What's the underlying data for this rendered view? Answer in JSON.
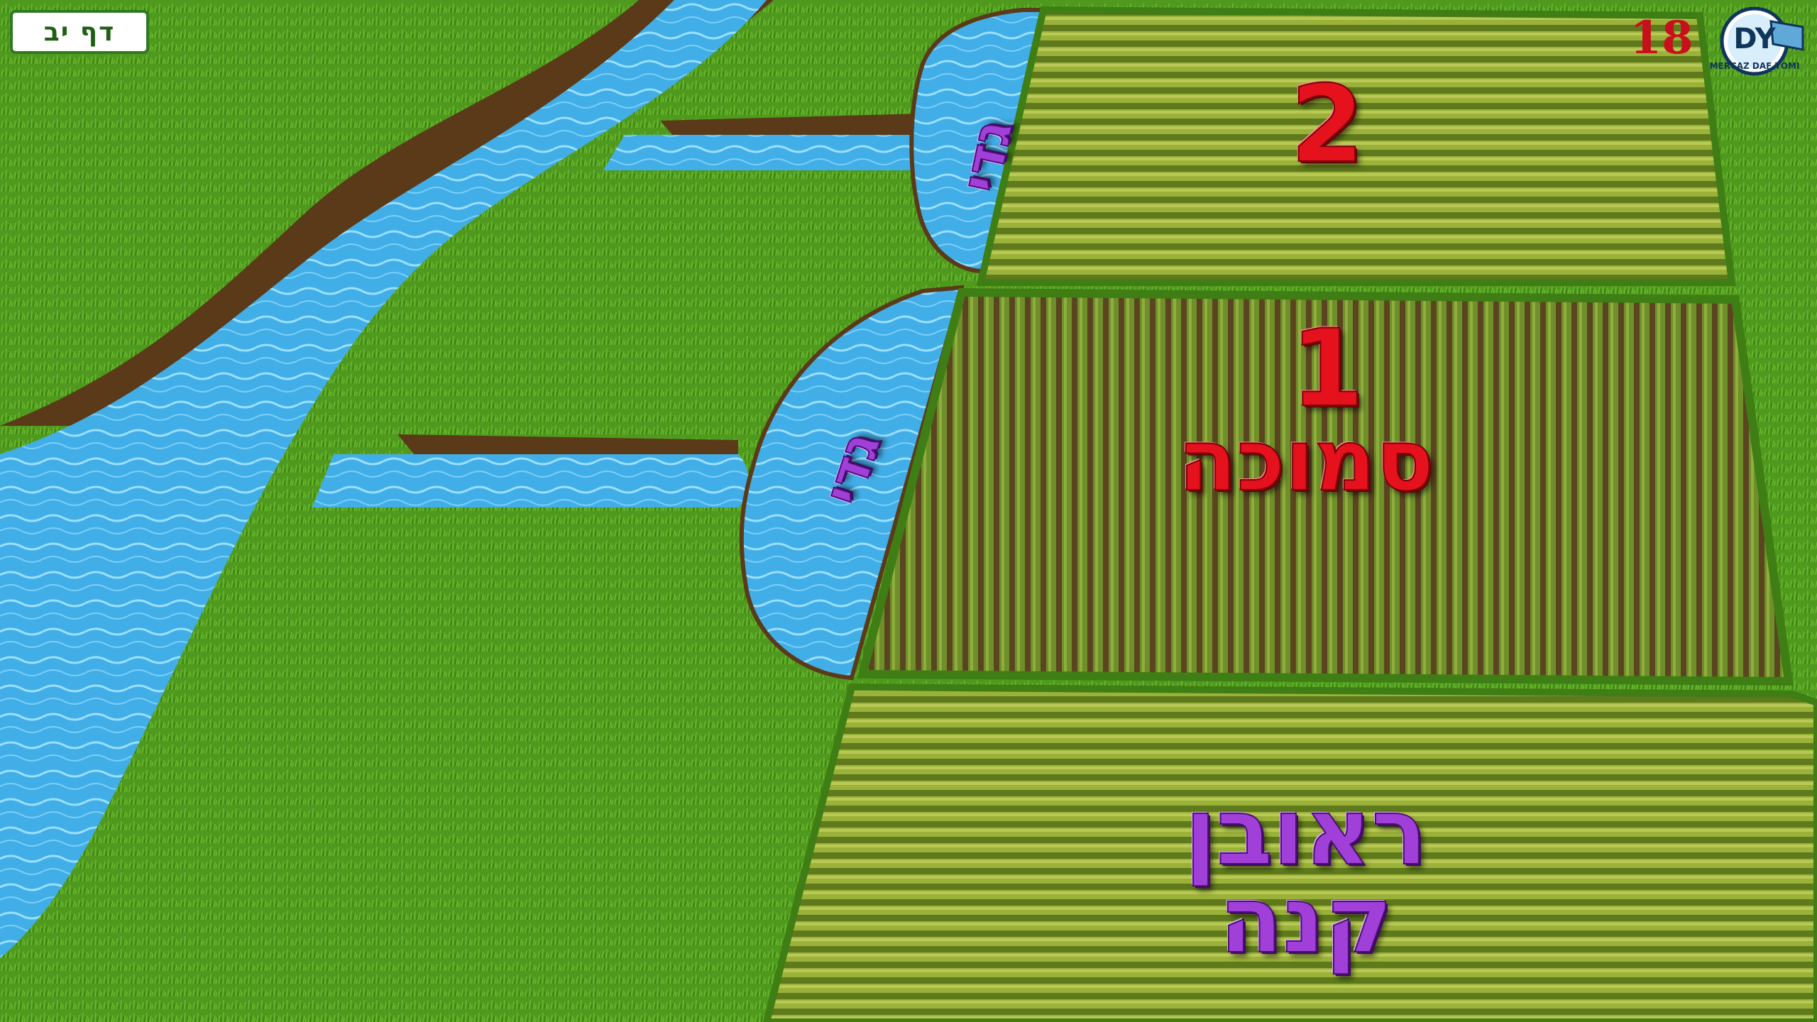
{
  "page_badge": "דף יב",
  "slide_number": "18",
  "logo": {
    "letters": "DY",
    "subtitle": "MERCAZ DAF YOMI"
  },
  "fields": {
    "field_2_label": "2",
    "field_1_label": "1",
    "field_1_title": "סמוכה",
    "bottom_field_line1": "ראובן",
    "bottom_field_line2": "קנה"
  },
  "pools": {
    "top_pool_label": "גדי",
    "middle_pool_label": "גדי"
  },
  "colors": {
    "grass": "#4f9a1e",
    "water": "#3ea8e3",
    "riverbank": "#5a3a18",
    "field_light": "#8fae2e",
    "field_dark": "#5c4a1c",
    "red_label": "#e5121d",
    "purple_label": "#a040d8"
  },
  "icons": [
    "grass-texture",
    "river",
    "field-rows",
    "logo-badge"
  ]
}
